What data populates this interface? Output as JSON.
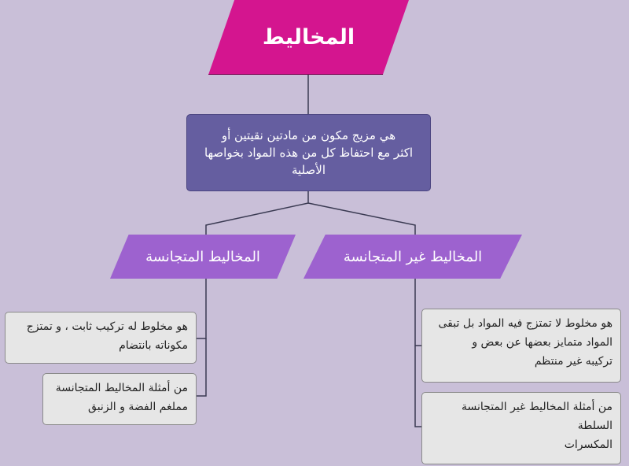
{
  "title": "المخاليط",
  "definition": {
    "lines": [
      "هي مزيج مكون من مادتين نقيتين أو",
      "اكثر مع احتفاظ كل من هذه المواد بخواصها",
      "الأصلية"
    ]
  },
  "homogeneous": {
    "label": "المخاليط المتجانسة",
    "description": [
      "هو مخلوط له تركيب ثابت ، و تمتزج",
      "مكوناته بانتضام"
    ],
    "examples": [
      "من أمثلة المخاليط المتجانسة",
      "مملغم الفضة و الزنبق"
    ]
  },
  "heterogeneous": {
    "label": "المخاليط غير المتجانسة",
    "description": [
      "هو مخلوط لا تمتزج فيه المواد بل تبقى",
      "المواد متمايز بعضها عن بعض و",
      "تركيبه غير منتظم"
    ],
    "examples": [
      "من أمثلة المخاليط غير المتجانسة",
      "السلطة",
      "المكسرات"
    ]
  },
  "colors": {
    "background": "#c9bfd8",
    "title_fill": "#d4158f",
    "definition_fill": "#655ea0",
    "category_fill": "#9d62cf",
    "info_fill": "#e6e6e6",
    "connector": "#3a3a52"
  }
}
